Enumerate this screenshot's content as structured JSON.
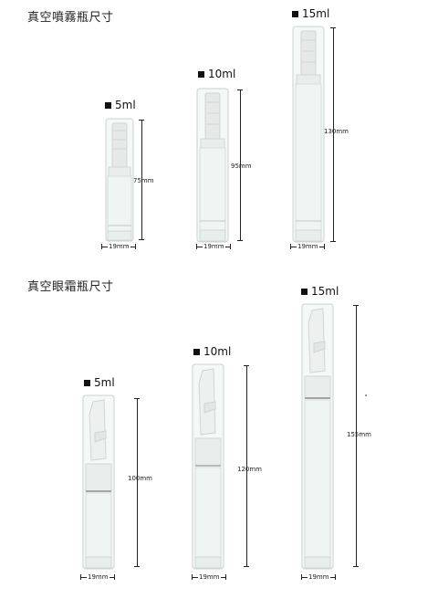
{
  "sections": [
    {
      "title": "真空噴霧瓶尺寸",
      "bottles": [
        {
          "capacity": "5ml",
          "height": "75mm",
          "width": "19mm"
        },
        {
          "capacity": "10ml",
          "height": "95mm",
          "width": "19mm"
        },
        {
          "capacity": "15ml",
          "height": "130mm",
          "width": "19mm"
        }
      ]
    },
    {
      "title": "真空眼霜瓶尺寸",
      "bottles": [
        {
          "capacity": "5ml",
          "height": "100mm",
          "width": "19mm"
        },
        {
          "capacity": "10ml",
          "height": "120mm",
          "width": "19mm"
        },
        {
          "capacity": "15ml",
          "height": "155mm",
          "width": "19mm"
        }
      ]
    }
  ]
}
